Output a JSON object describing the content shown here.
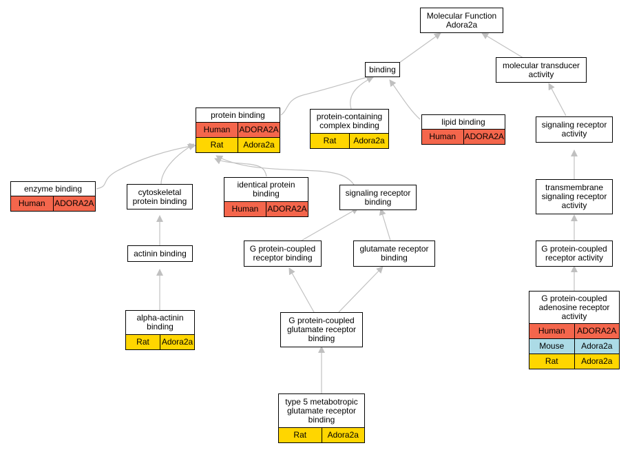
{
  "nodes": {
    "mf": {
      "title": [
        "Molecular Function",
        "Adora2a"
      ],
      "rows": []
    },
    "binding": {
      "title": [
        "binding"
      ],
      "rows": []
    },
    "transducer": {
      "title": [
        "molecular transducer",
        "activity"
      ],
      "rows": []
    },
    "protein_binding": {
      "title": [
        "protein binding"
      ],
      "rows": [
        [
          "Human",
          "ADORA2A"
        ],
        [
          "Rat",
          "Adora2a"
        ]
      ]
    },
    "protein_complex": {
      "title": [
        "protein-containing",
        "complex binding"
      ],
      "rows": [
        [
          "Rat",
          "Adora2a"
        ]
      ]
    },
    "lipid": {
      "title": [
        "lipid binding"
      ],
      "rows": [
        [
          "Human",
          "ADORA2A"
        ]
      ]
    },
    "srec_activity": {
      "title": [
        "signaling receptor",
        "activity"
      ],
      "rows": []
    },
    "enzyme": {
      "title": [
        "enzyme binding"
      ],
      "rows": [
        [
          "Human",
          "ADORA2A"
        ]
      ]
    },
    "cytoskeletal": {
      "title": [
        "cytoskeletal",
        "protein binding"
      ],
      "rows": []
    },
    "identical": {
      "title": [
        "identical protein",
        "binding"
      ],
      "rows": [
        [
          "Human",
          "ADORA2A"
        ]
      ]
    },
    "srec_binding": {
      "title": [
        "signaling receptor",
        "binding"
      ],
      "rows": []
    },
    "transmembrane": {
      "title": [
        "transmembrane",
        "signaling receptor",
        "activity"
      ],
      "rows": []
    },
    "actinin": {
      "title": [
        "actinin binding"
      ],
      "rows": []
    },
    "gpcr_binding": {
      "title": [
        "G protein-coupled",
        "receptor binding"
      ],
      "rows": []
    },
    "glutamate": {
      "title": [
        "glutamate receptor",
        "binding"
      ],
      "rows": []
    },
    "gpcr_activity": {
      "title": [
        "G protein-coupled",
        "receptor activity"
      ],
      "rows": []
    },
    "alpha_actinin": {
      "title": [
        "alpha-actinin",
        "binding"
      ],
      "rows": [
        [
          "Rat",
          "Adora2a"
        ]
      ]
    },
    "gp_glutamate": {
      "title": [
        "G protein-coupled",
        "glutamate receptor",
        "binding"
      ],
      "rows": []
    },
    "adenosine": {
      "title": [
        "G protein-coupled",
        "adenosine receptor",
        "activity"
      ],
      "rows": [
        [
          "Human",
          "ADORA2A"
        ],
        [
          "Mouse",
          "Adora2a"
        ],
        [
          "Rat",
          "Adora2a"
        ]
      ]
    },
    "type5": {
      "title": [
        "type 5 metabotropic",
        "glutamate receptor",
        "binding"
      ],
      "rows": [
        [
          "Rat",
          "Adora2a"
        ]
      ]
    }
  },
  "species_colors": {
    "Human": "#f4664c",
    "Mouse": "#acdbe6",
    "Rat": "#ffd600"
  },
  "edge_color": "#c0c0c0"
}
